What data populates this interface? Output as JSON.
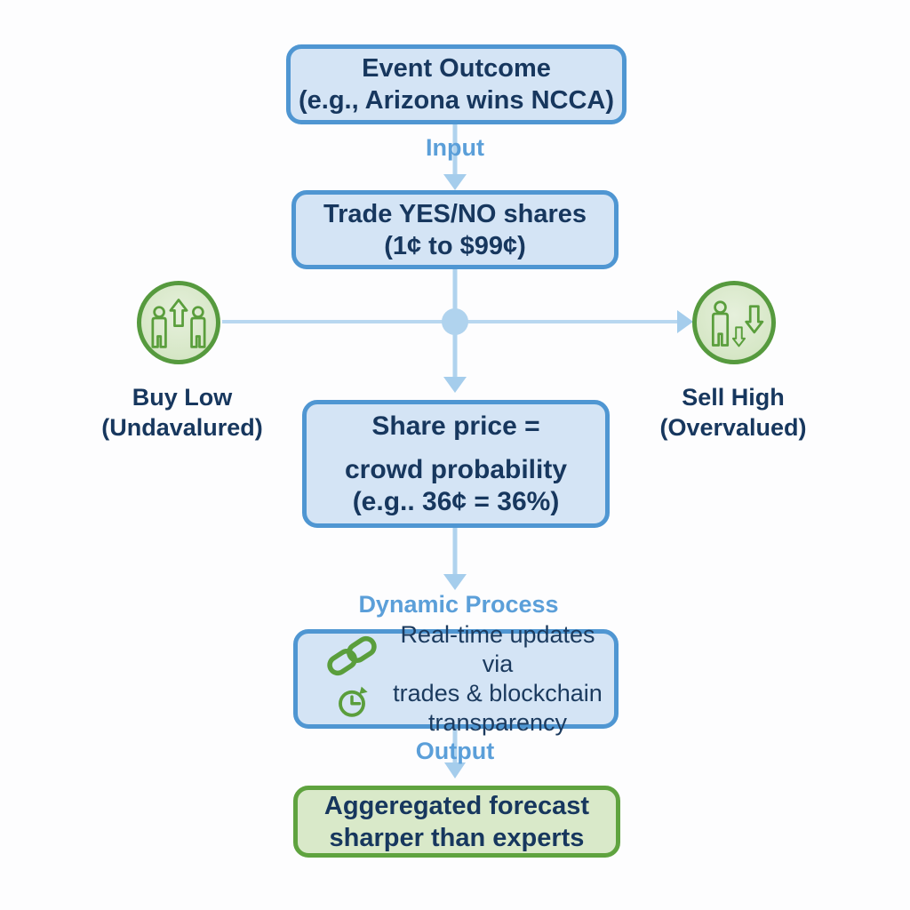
{
  "nodes": {
    "event": {
      "line1": "Event Outcome",
      "line2": "(e.g., Arizona wins NCCA)"
    },
    "trade": {
      "line1": "Trade YES/NO shares",
      "line2": "(1¢ to $99¢)"
    },
    "price": {
      "line1": "Share price =",
      "line2": "crowd probability",
      "line3": "(e.g.. 36¢ = 36%)"
    },
    "updates": {
      "line1": "Real-time updates via",
      "line2": "trades & blockchain",
      "line3": "transparency"
    },
    "result": {
      "line1": "Aggeregated forecast",
      "line2": "sharper than experts"
    }
  },
  "flow_labels": {
    "input": "Input",
    "dynamic": "Dynamic Process",
    "output": "Output"
  },
  "side_notes": {
    "buy": {
      "line1": "Buy Low",
      "line2": "(Undavalured)"
    },
    "sell": {
      "line1": "Sell High",
      "line2": "(Overvalued)"
    }
  },
  "icons": {
    "left_circle": "two-people-up-arrow-icon",
    "right_circle": "person-down-arrows-icon",
    "updates_link": "chain-link-icon",
    "updates_clock": "clock-icon"
  },
  "colors": {
    "box_fill": "#d4e4f5",
    "box_border": "#4f96d2",
    "box_text": "#17375e",
    "flow_label_blue": "#5b9fd9",
    "connector_blue": "#b0d3ee",
    "arrowhead_blue": "#a5cdec",
    "circle_border_green": "#569a3e",
    "circle_fill_green": "#d9e8cd",
    "icon_green": "#5a9e3c",
    "result_fill": "#d9e9c9",
    "result_border": "#5fa33f",
    "background": "#fdfdfe"
  }
}
